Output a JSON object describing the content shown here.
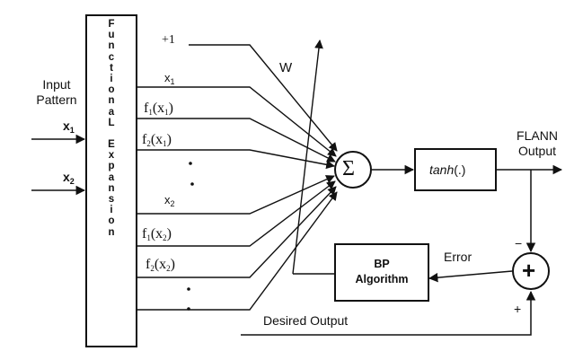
{
  "input_block": {
    "title_line1": "Input",
    "title_line2": "Pattern",
    "x1_base": "x",
    "x1_sub": "1",
    "x2_base": "x",
    "x2_sub": "2"
  },
  "expansion_block": {
    "letters": [
      "F",
      "u",
      "n",
      "c",
      "t",
      "i",
      "o",
      "n",
      "a",
      "L",
      "",
      "E",
      "x",
      "p",
      "a",
      "n",
      "s",
      "i",
      "o",
      "n"
    ]
  },
  "expansion_outputs": {
    "bias": "+1",
    "x1": {
      "base": "x",
      "sub": "1"
    },
    "f1x1": {
      "f": "f",
      "fsub": "1",
      "arg": "(x",
      "argsub": "1",
      "close": ")"
    },
    "f2x1": {
      "f": "f",
      "fsub": "2",
      "arg": "(x",
      "argsub": "1",
      "close": ")"
    },
    "x2": {
      "base": "x",
      "sub": "2"
    },
    "f1x2": {
      "f": "f",
      "fsub": "1",
      "arg": "(x",
      "argsub": "2",
      "close": ")"
    },
    "f2x2": {
      "f": "f",
      "fsub": "2",
      "arg": "(x",
      "argsub": "2",
      "close": ")"
    }
  },
  "weights_label": "W",
  "summation_symbol": "Σ",
  "activation_label": "tanh",
  "activation_suffix": "(.)",
  "output_label_line1": "FLANN",
  "output_label_line2": "Output",
  "bp_block": {
    "line1": "BP",
    "line2": "Algorithm"
  },
  "error_label": "Error",
  "adder_symbol": "+",
  "adder_minus": "−",
  "adder_plus": "+",
  "desired_output_label": "Desired Output",
  "colors": {
    "stroke": "#111111",
    "background": "#ffffff"
  }
}
